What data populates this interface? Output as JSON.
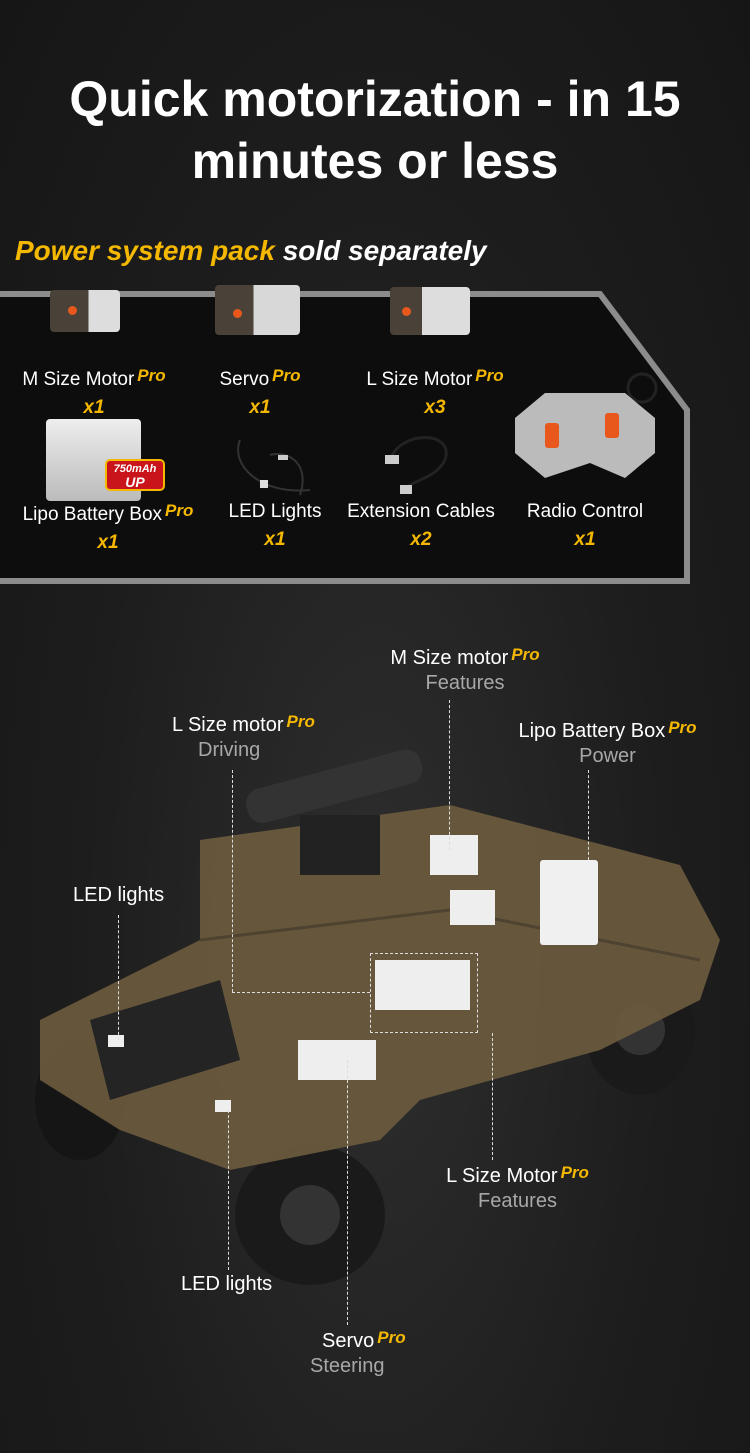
{
  "headline": "Quick motorization - in 15 minutes or less",
  "subheadline": {
    "highlight": "Power system pack",
    "rest": " sold separately"
  },
  "badge": {
    "line1": "750mAh",
    "line2": "UP"
  },
  "items": [
    {
      "name": "M Size Motor",
      "pro": "Pro",
      "qty": "x1"
    },
    {
      "name": "Servo",
      "pro": "Pro",
      "qty": "x1"
    },
    {
      "name": "L Size Motor",
      "pro": "Pro",
      "qty": "x3"
    },
    {
      "name": "Lipo Battery Box",
      "pro": "Pro",
      "qty": "x1"
    },
    {
      "name": "LED Lights",
      "pro": "",
      "qty": "x1"
    },
    {
      "name": "Extension Cables",
      "pro": "",
      "qty": "x2"
    },
    {
      "name": "Radio Control",
      "pro": "",
      "qty": "x1"
    }
  ],
  "callouts": [
    {
      "title": "M Size motor",
      "pro": "Pro",
      "sub": "Features"
    },
    {
      "title": "L Size motor",
      "pro": "Pro",
      "sub": "Driving"
    },
    {
      "title": "Lipo Battery Box",
      "pro": "Pro",
      "sub": "Power"
    },
    {
      "title": "LED lights",
      "pro": "",
      "sub": ""
    },
    {
      "title": "L Size Motor",
      "pro": "Pro",
      "sub": "Features"
    },
    {
      "title": "LED lights",
      "pro": "",
      "sub": ""
    },
    {
      "title": "Servo",
      "pro": "Pro",
      "sub": "Steering"
    }
  ],
  "colors": {
    "accent": "#f5b800",
    "panel_border": "#8a8a8a",
    "vehicle": "#6b5a3e"
  }
}
